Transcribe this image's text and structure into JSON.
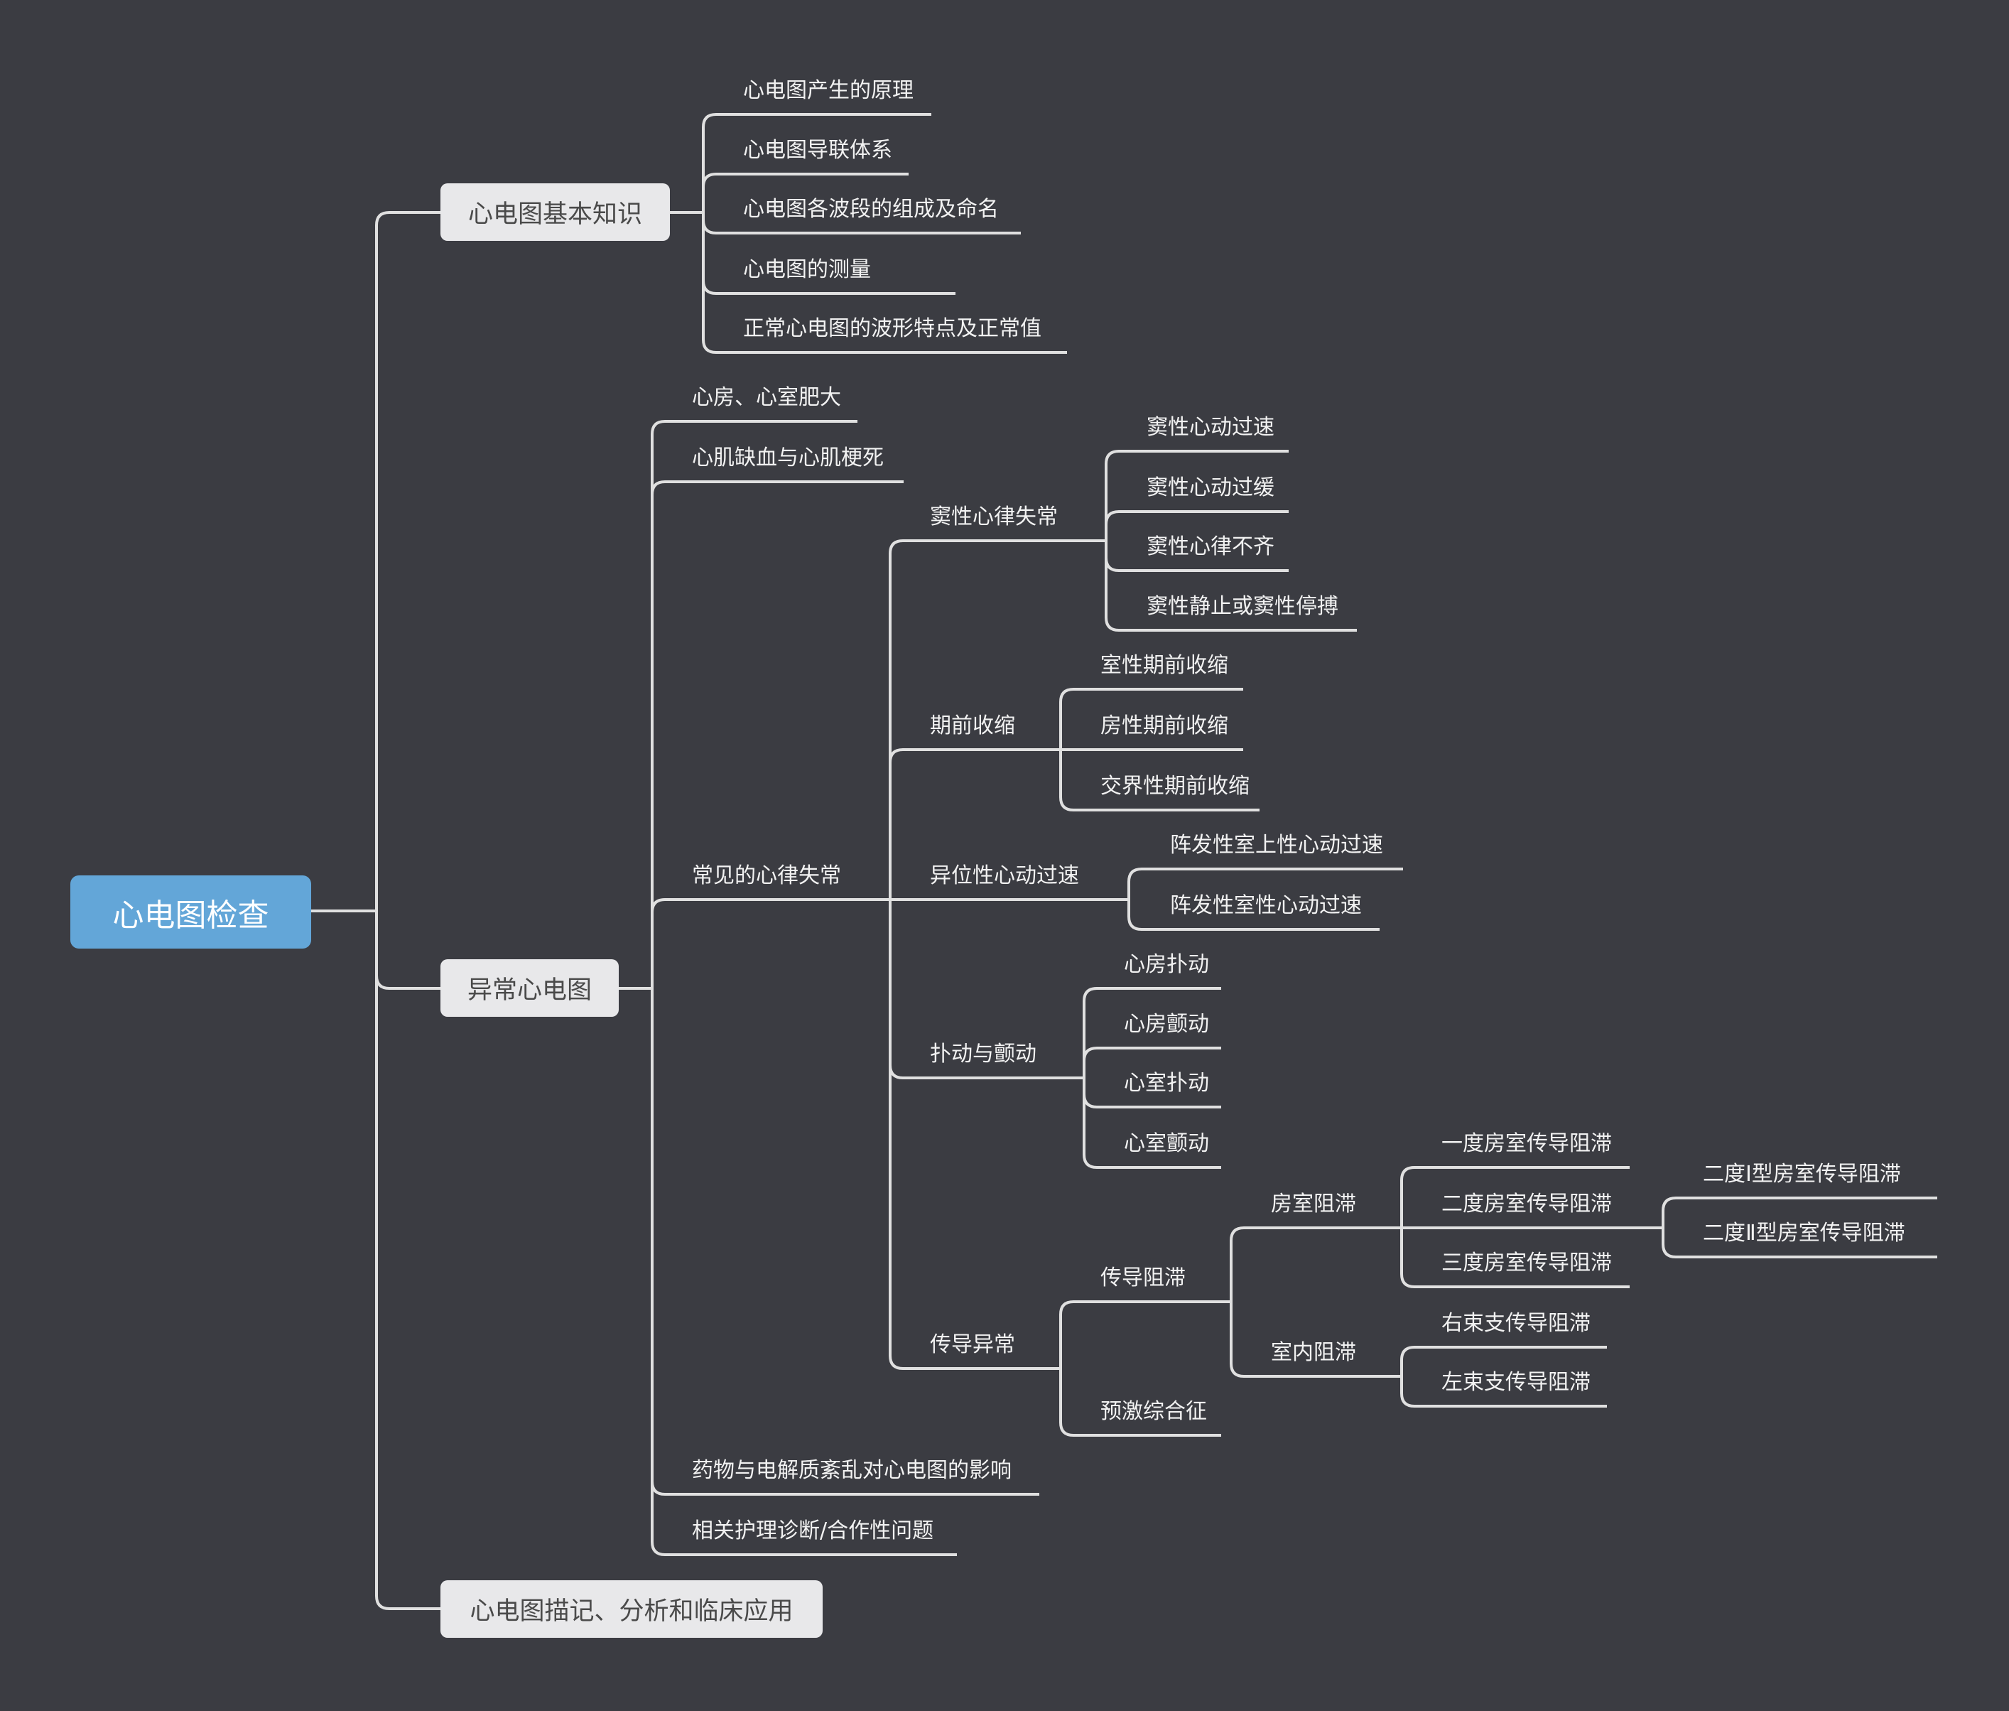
{
  "colors": {
    "background": "#3b3c42",
    "line": "#e0e0e0",
    "root": "#63a6d8",
    "branch": "#e8e8ea"
  },
  "root": {
    "label": "心电图检查"
  },
  "branches": [
    {
      "label": "心电图基本知识",
      "children": [
        "心电图产生的原理",
        "心电图导联体系",
        "心电图各波段的组成及命名",
        "心电图的测量",
        "正常心电图的波形特点及正常值"
      ]
    },
    {
      "label": "异常心电图",
      "children": [
        {
          "label": "心房、心室肥大"
        },
        {
          "label": "心肌缺血与心肌梗死"
        },
        {
          "label": "常见的心律失常",
          "children": [
            {
              "label": "窦性心律失常",
              "children": [
                "窦性心动过速",
                "窦性心动过缓",
                "窦性心律不齐",
                "窦性静止或窦性停搏"
              ]
            },
            {
              "label": "期前收缩",
              "children": [
                "室性期前收缩",
                "房性期前收缩",
                "交界性期前收缩"
              ]
            },
            {
              "label": "异位性心动过速",
              "children": [
                "阵发性室上性心动过速",
                "阵发性室性心动过速"
              ]
            },
            {
              "label": "扑动与颤动",
              "children": [
                "心房扑动",
                "心房颤动",
                "心室扑动",
                "心室颤动"
              ]
            },
            {
              "label": "传导异常",
              "children": [
                {
                  "label": "传导阻滞",
                  "children": [
                    {
                      "label": "房室阻滞",
                      "children": [
                        {
                          "label": "一度房室传导阻滞"
                        },
                        {
                          "label": "二度房室传导阻滞",
                          "children": [
                            "二度Ⅰ型房室传导阻滞",
                            "二度Ⅱ型房室传导阻滞"
                          ]
                        },
                        {
                          "label": "三度房室传导阻滞"
                        }
                      ]
                    },
                    {
                      "label": "室内阻滞",
                      "children": [
                        "右束支传导阻滞",
                        "左束支传导阻滞"
                      ]
                    }
                  ]
                },
                {
                  "label": "预激综合征"
                }
              ]
            }
          ]
        },
        {
          "label": "药物与电解质紊乱对心电图的影响"
        },
        {
          "label": "相关护理诊断/合作性问题"
        }
      ]
    },
    {
      "label": "心电图描记、分析和临床应用"
    }
  ]
}
